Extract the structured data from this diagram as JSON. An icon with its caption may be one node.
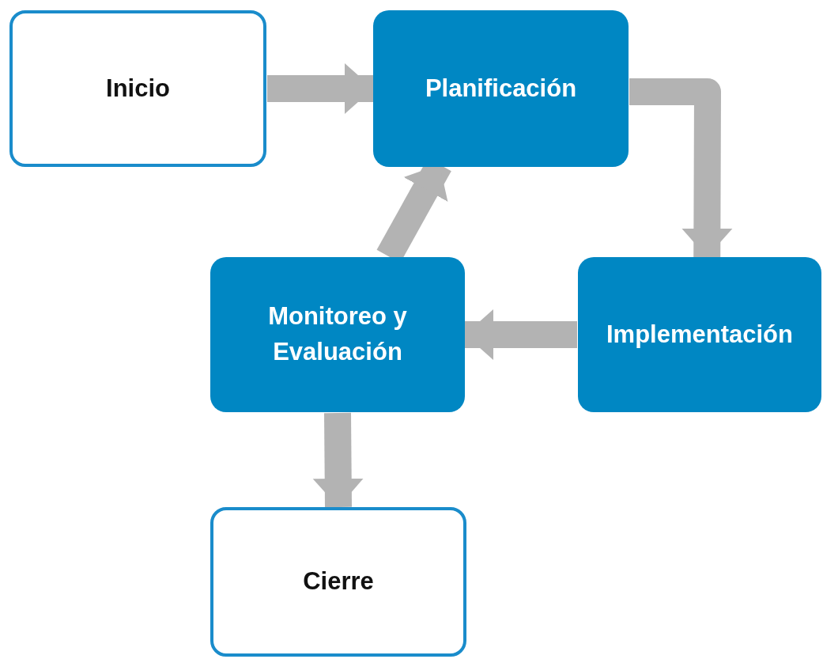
{
  "diagram": {
    "nodes": [
      {
        "text": [
          "Inicio"
        ]
      },
      {
        "text": [
          "Planificación"
        ]
      },
      {
        "text": [
          "Implementación"
        ]
      },
      {
        "text": [
          "Monitoreo y Evaluación"
        ]
      },
      {
        "text": [
          "Cierre"
        ]
      }
    ],
    "edges": [
      {
        "from": 0,
        "to": 1,
        "arrow": "to"
      },
      {
        "from": 1,
        "to": 2,
        "arrow": "to"
      },
      {
        "from": 2,
        "to": 3,
        "arrow": "to"
      },
      {
        "from": 3,
        "to": 1,
        "arrow": "to"
      },
      {
        "from": 3,
        "to": 4,
        "arrow": "to"
      }
    ]
  }
}
